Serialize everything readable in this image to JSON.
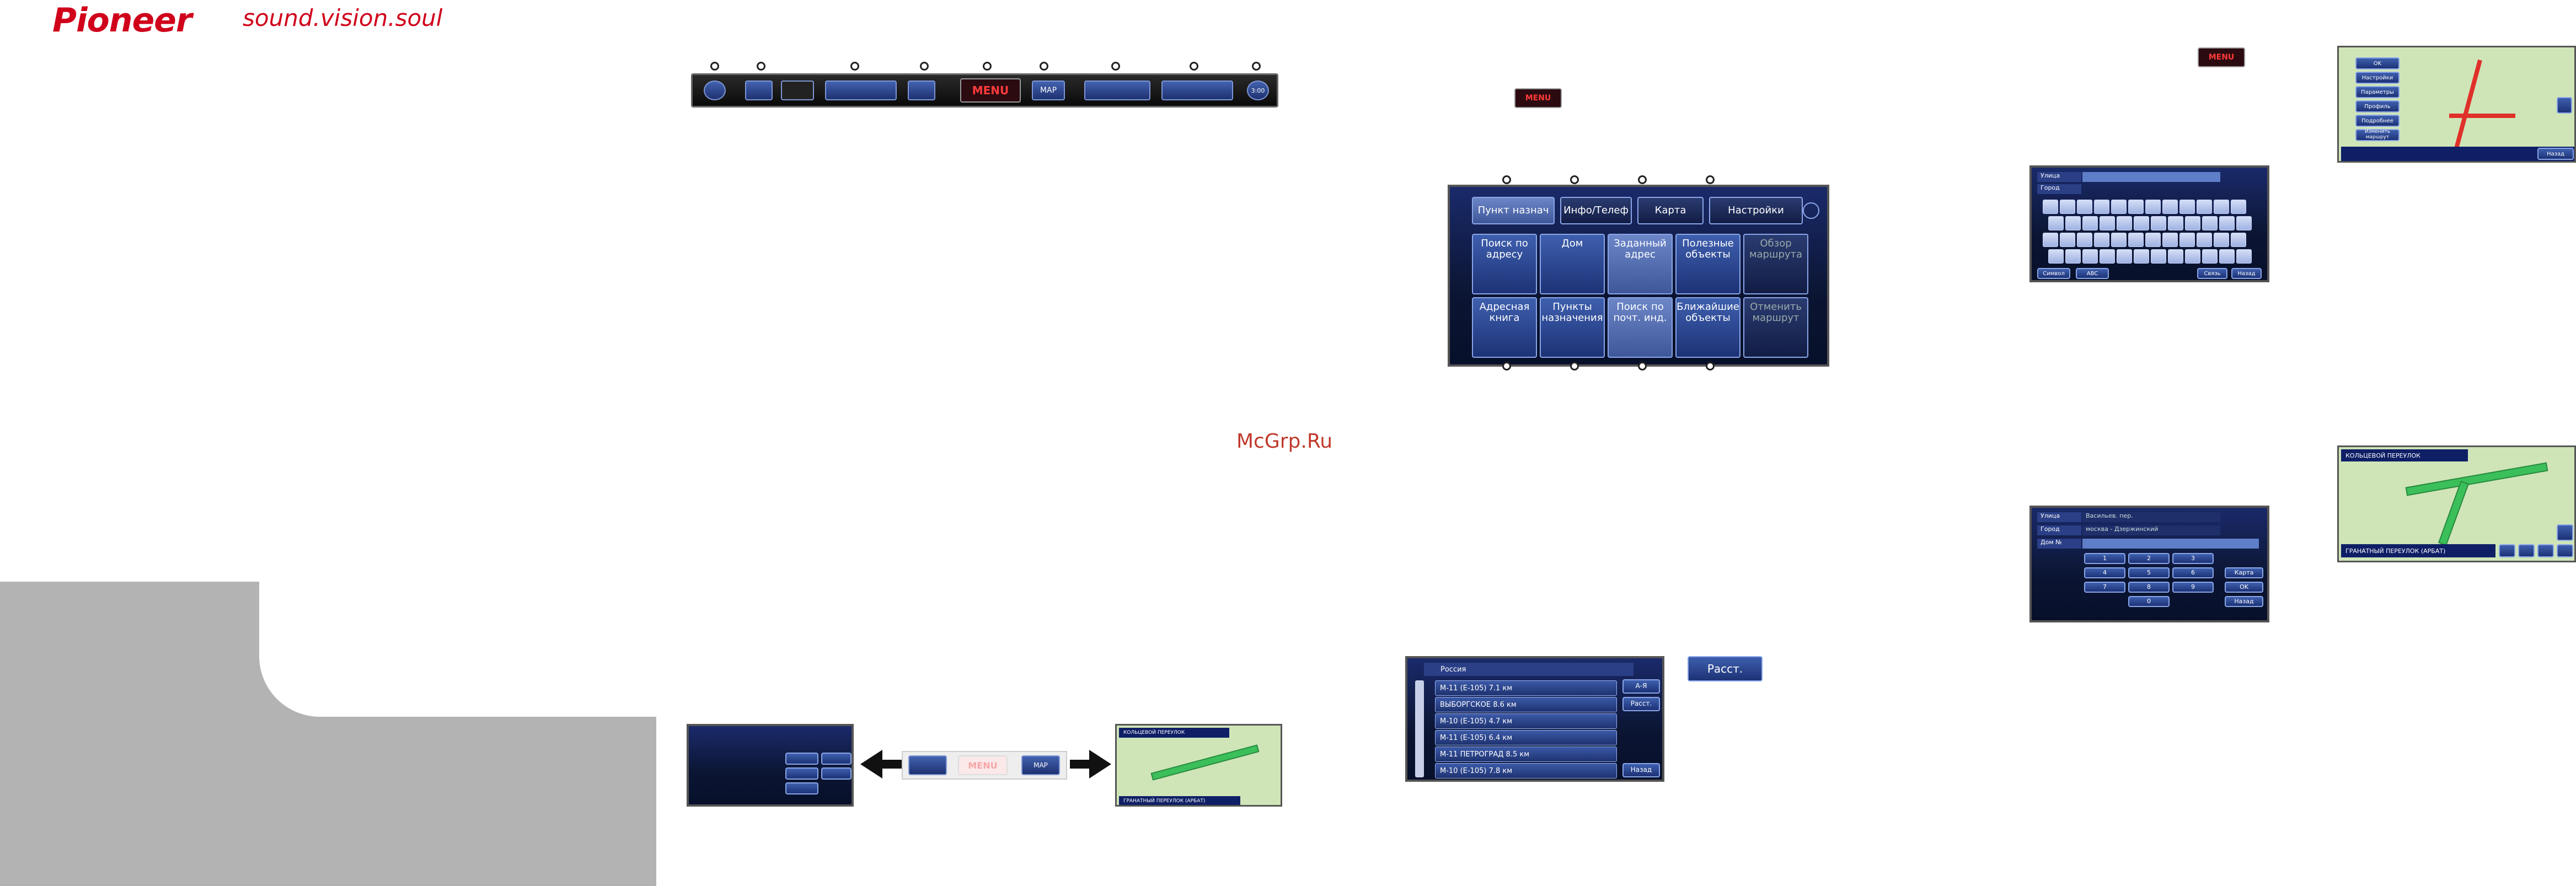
{
  "brand": {
    "name": "Pioneer",
    "tagline": "sound.vision.soul",
    "color": "#d0021b"
  },
  "watermark": "McGrp.Ru",
  "toolbar": {
    "menu_label": "MENU",
    "map_label": "MAP",
    "time_label": "3:00"
  },
  "menu_button_small": {
    "label": "MENU"
  },
  "menu_button_right": {
    "label": "MENU"
  },
  "main_menu": {
    "tabs": [
      "Пункт назнач",
      "Инфо/Телеф",
      "Карта",
      "Настройки"
    ],
    "tiles_row1": [
      "Поиск по адресу",
      "Дом",
      "Заданный адрес",
      "Полезные объекты",
      "Обзор маршрута"
    ],
    "tiles_row2": [
      "Адресная книга",
      "Пункты назначения",
      "Поиск по почт. инд.",
      "Ближайшие объекты",
      "Отменить маршрут"
    ]
  },
  "list_screen": {
    "header": "Россия",
    "rows": [
      {
        "label": "М-11 (Е-105)",
        "dist": "7.1 км"
      },
      {
        "label": "ВЫБОРГСКОЕ",
        "dist": "8.6 км"
      },
      {
        "label": "М-10 (Е-105)",
        "dist": "4.7 км"
      },
      {
        "label": "М-11 (Е-105)",
        "dist": "6.4 км"
      },
      {
        "label": "М-11 ПЕТРОГРАД",
        "dist": "8.5 км"
      },
      {
        "label": "М-10 (Е-105)",
        "dist": "7.8 км"
      }
    ],
    "side_buttons": [
      "А-Я",
      "Расст.",
      "Назад"
    ]
  },
  "rasst_button": {
    "label": "Расст."
  },
  "keyboard_screen": {
    "row1_label": "Улица",
    "row2_label": "Город",
    "bottom_buttons": [
      "Символ",
      "ABC",
      "Связь",
      "Назад"
    ]
  },
  "keypad_screen": {
    "labels": [
      "Улица",
      "Город",
      "Дом №"
    ],
    "values": [
      "Васильев. пер.",
      "москва - Дзержинский"
    ],
    "keys": [
      "1",
      "2",
      "3",
      "4",
      "5",
      "6",
      "7",
      "8",
      "9",
      "0"
    ],
    "side_buttons": [
      "Карта",
      "OK",
      "Назад"
    ]
  },
  "route_screen": {
    "menu_items": [
      "OK",
      "Настройки",
      "Параметры",
      "Профиль",
      "Подробнее",
      "Изменить маршрут"
    ],
    "bottom_label": "Назад"
  },
  "map_screen_right": {
    "street_top": "КОЛЬЦЕВОЙ ПЕРЕУЛОК",
    "street_bottom": "ГРАНАТНЫЙ ПЕРЕУЛОК (АРБАТ)"
  },
  "bottom_map": {
    "street_top": "КОЛЬЦЕВОЙ ПЕРЕУЛОК",
    "street_bottom": "ГРАНАТНЫЙ ПЕРЕУЛОК (АРБАТ)"
  },
  "bottom_menu_strip": {
    "menu_label": "MENU",
    "map_label": "MAP"
  }
}
